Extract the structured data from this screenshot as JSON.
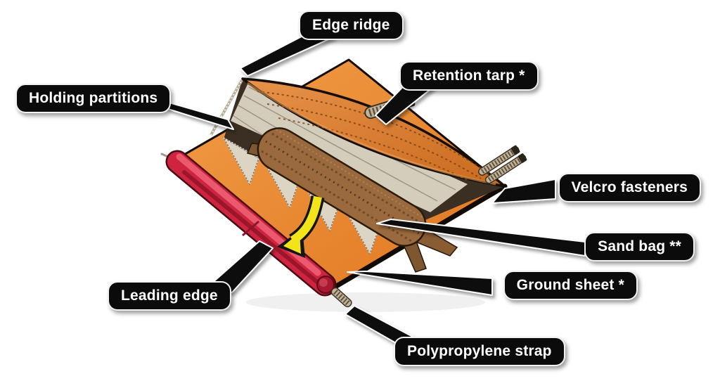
{
  "figure": {
    "type": "annotated-diagram",
    "background_color": "#ffffff",
    "callouts": [
      {
        "id": "edge-ridge",
        "label": "Edge ridge"
      },
      {
        "id": "retention-tarp",
        "label": "Retention tarp *"
      },
      {
        "id": "holding-partitions",
        "label": "Holding partitions"
      },
      {
        "id": "velcro-fasteners",
        "label": "Velcro fasteners"
      },
      {
        "id": "sand-bag",
        "label": "Sand bag **"
      },
      {
        "id": "ground-sheet",
        "label": "Ground sheet *"
      },
      {
        "id": "leading-edge",
        "label": "Leading edge"
      },
      {
        "id": "polypropylene-strap",
        "label": "Polypropylene strap"
      }
    ],
    "style": {
      "label_background": "#0b0b0b",
      "label_text_color": "#ffffff",
      "label_outline": "#ffffff"
    },
    "artwork_colors": {
      "tarp_light": "#e8924a",
      "tarp_dark": "#c96a1e",
      "sheet_light": "#f29d48",
      "sheet_dark": "#e0771f",
      "leading_edge_tube": "#cf2440",
      "tube_highlight": "#ee5f72",
      "holding_partitions": "#ddd5c3",
      "interior_shadow": "#3a2f22",
      "sand_bag": "#9a6a3e",
      "strap_tan": "#c2b499",
      "arrow_yellow": "#f2e418"
    }
  }
}
